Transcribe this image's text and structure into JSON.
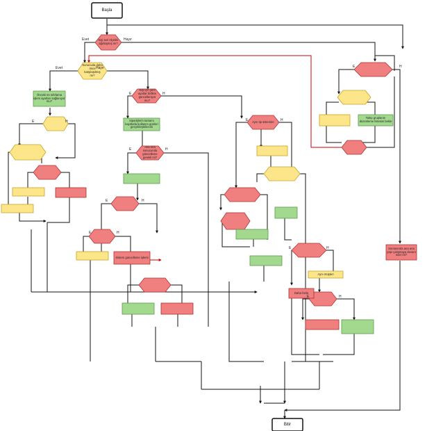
{
  "start": "Başla",
  "end": "Bitir",
  "edge_labels": {
    "yes": "Evet",
    "no": "Hayır",
    "e": "E",
    "h": "H"
  },
  "nodes": {
    "n1": "Kişi seri ölçekle ağırlaşmış mı?",
    "n2": "Sunucuda daha önce karşılaşılmış mı?",
    "n3": "Önceki ön sıfırlama işlem ayarları sağlanıyor mu?",
    "n4": "Siparişlerin tamamı kayıtlarla kullanım günleri gerçekleştirilecek",
    "n5": "Aynı müşteri",
    "n6": "Kişi için yeni ayarlar birlikte güncelleniyor mu?",
    "n7": "Ana sıra sonucunda güncelleme gerekli mi?",
    "n8": "Aynı tip sistemler",
    "n9": "Talep gruplarını düzenleme listesini bekle",
    "n10": "Sistem güncelleme işlemi",
    "n11": "Sonrasında ana ana yapı çalışmaya devam eder mi?",
    "n12": "Daha fazla"
  }
}
